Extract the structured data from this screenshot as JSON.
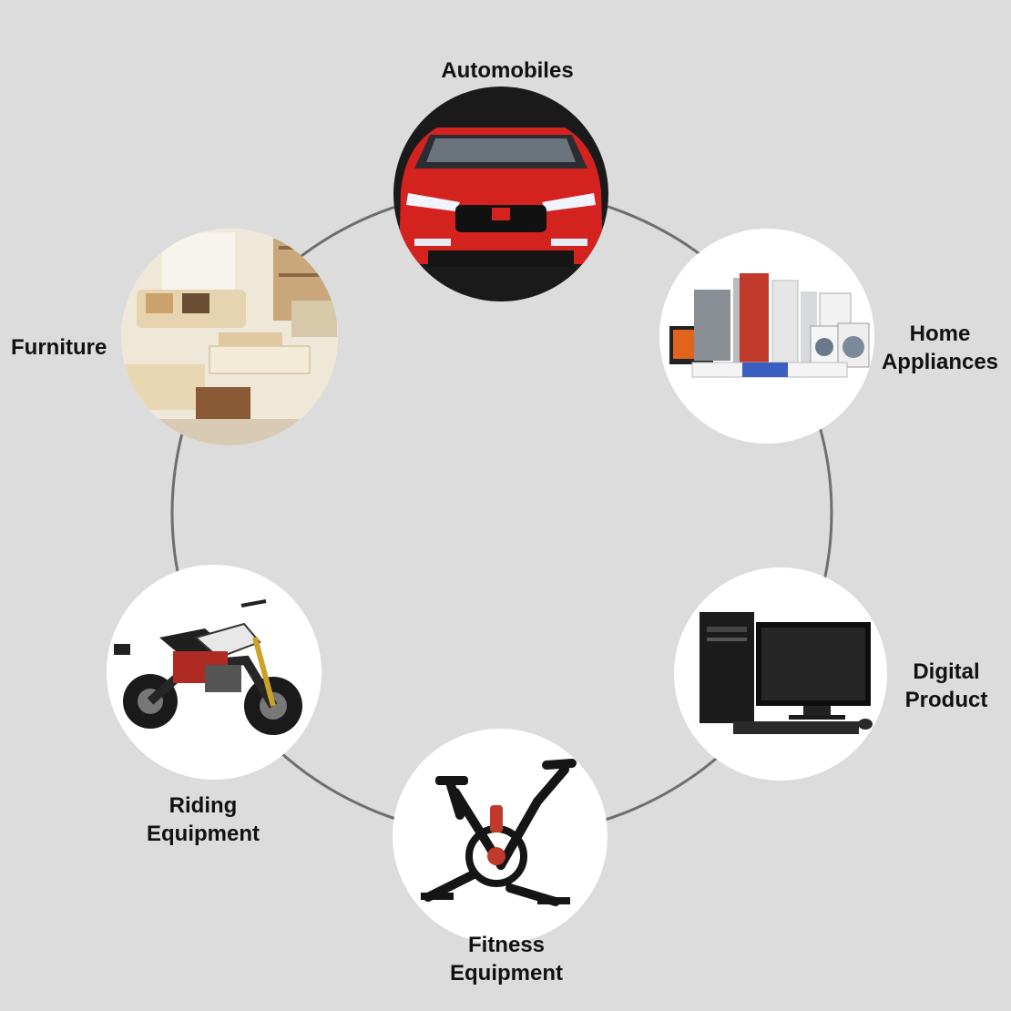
{
  "colors": {
    "background": "#dcdcdc",
    "ring": "#6e6e6e",
    "node_fill": "#ffffff",
    "label": "#111111"
  },
  "nodes": [
    {
      "id": "automobiles",
      "icon": "car-icon",
      "label_lines": [
        "Automobiles"
      ]
    },
    {
      "id": "home-appliances",
      "icon": "home-appliances-icon",
      "label_lines": [
        "Home",
        "Appliances"
      ]
    },
    {
      "id": "digital-product",
      "icon": "desktop-computer-icon",
      "label_lines": [
        "Digital",
        "Product"
      ]
    },
    {
      "id": "fitness-equipment",
      "icon": "exercise-bike-icon",
      "label_lines": [
        "Fitness",
        "Equipment"
      ]
    },
    {
      "id": "riding-equipment",
      "icon": "motorcycle-icon",
      "label_lines": [
        "Riding",
        "Equipment"
      ]
    },
    {
      "id": "furniture",
      "icon": "sofa-icon",
      "label_lines": [
        "Furniture"
      ]
    }
  ]
}
